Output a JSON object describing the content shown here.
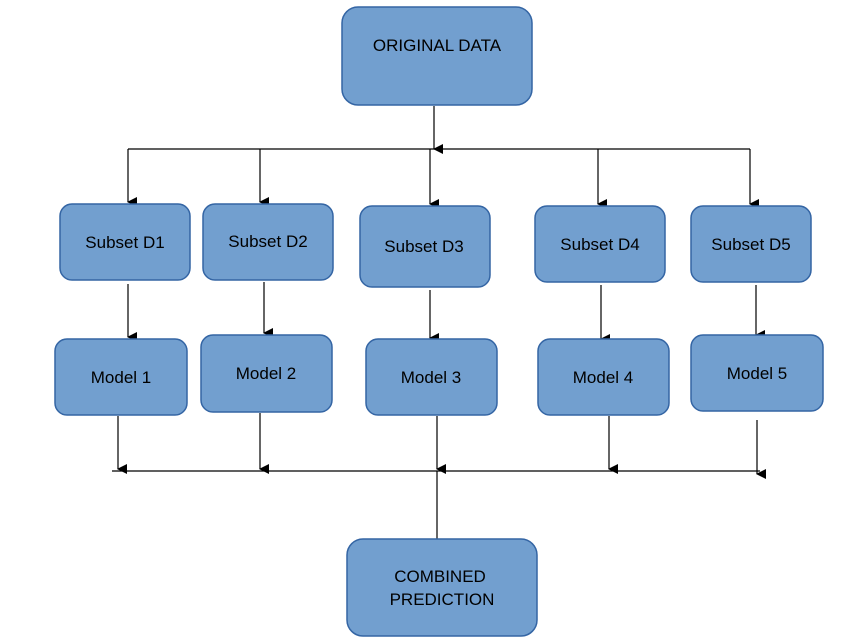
{
  "colors": {
    "box_fill": "#729fcf",
    "box_stroke": "#3465a4",
    "line": "#000000",
    "background": "#ffffff"
  },
  "diagram": {
    "source": {
      "label": "ORIGINAL DATA"
    },
    "subsets": [
      {
        "label": "Subset D1"
      },
      {
        "label": "Subset D2"
      },
      {
        "label": "Subset D3"
      },
      {
        "label": "Subset D4"
      },
      {
        "label": "Subset D5"
      }
    ],
    "models": [
      {
        "label": "Model 1"
      },
      {
        "label": "Model 2"
      },
      {
        "label": "Model 3"
      },
      {
        "label": "Model 4"
      },
      {
        "label": "Model 5"
      }
    ],
    "result": {
      "label_line1": "COMBINED",
      "label_line2": "PREDICTION"
    }
  }
}
